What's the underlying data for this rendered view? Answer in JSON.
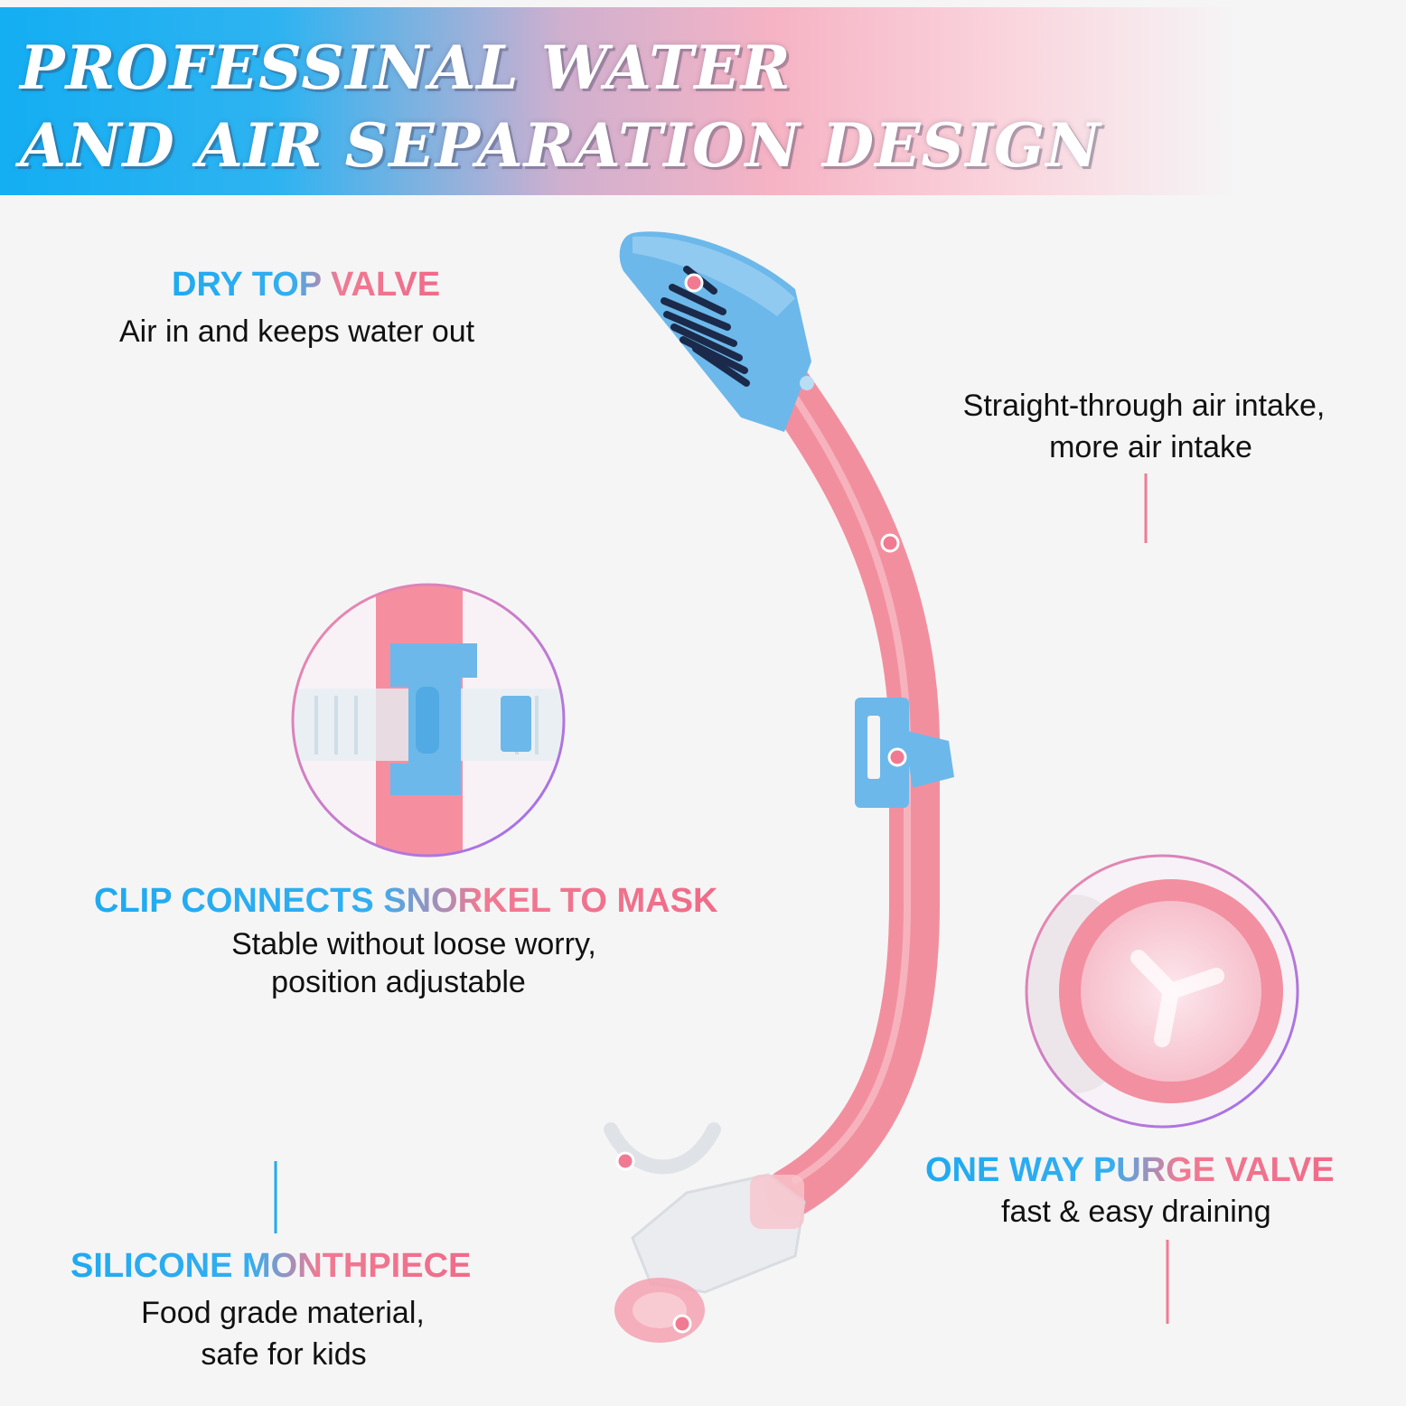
{
  "banner": {
    "title_line1": "PROFESSINAL WATER",
    "title_line2": "AND AIR SEPARATION DESIGN"
  },
  "features": {
    "dry_top": {
      "title": "DRY TOP VALVE",
      "desc": "Air in and keeps water out"
    },
    "air_intake": {
      "line1": "Straight-through air intake,",
      "line2": "more air intake"
    },
    "clip": {
      "title": "CLIP CONNECTS SNORKEL TO MASK",
      "line1": "Stable without loose worry,",
      "line2": "position adjustable"
    },
    "purge": {
      "title": "ONE WAY PURGE VALVE",
      "desc": "fast & easy draining"
    },
    "mouthpiece": {
      "title": "SILICONE MONTHPIECE",
      "line1": "Food grade material,",
      "line2": "safe for kids"
    }
  },
  "colors": {
    "blue": "#1faaf0",
    "pink": "#f07a92",
    "tube": "#f4919f",
    "valve_blue": "#6cb8ea"
  }
}
